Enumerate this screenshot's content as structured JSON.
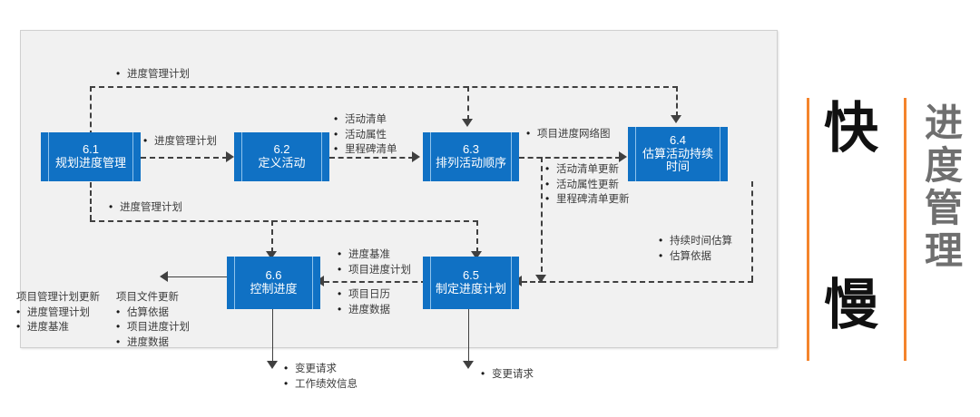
{
  "diagram": {
    "title_vertical_left": [
      "快",
      "慢"
    ],
    "title_vertical_right": "进度管理",
    "accent_color": "#f4842c",
    "box_color": "#1071c4",
    "panel_color": "#f1f1f1",
    "processes": [
      {
        "id": "6.1",
        "name": "规划进度管理"
      },
      {
        "id": "6.2",
        "name": "定义活动"
      },
      {
        "id": "6.3",
        "name": "排列活动顺序"
      },
      {
        "id": "6.4",
        "name": "估算活动持续\n时间"
      },
      {
        "id": "6.5",
        "name": "制定进度计划"
      },
      {
        "id": "6.6",
        "name": "控制进度"
      }
    ],
    "box_labels": {
      "p61_num": "6.1",
      "p61_name": "规划进度管理",
      "p62_num": "6.2",
      "p62_name": "定义活动",
      "p63_num": "6.3",
      "p63_name": "排列活动顺序",
      "p64_num": "6.4",
      "p64_name_l1": "估算活动持续",
      "p64_name_l2": "时间",
      "p65_num": "6.5",
      "p65_name": "制定进度计划",
      "p66_num": "6.6",
      "p66_name": "控制进度"
    },
    "annotations": {
      "top_plan": "进度管理计划",
      "a_61_to_62": "进度管理计划",
      "mid_plan": "进度管理计划",
      "b_62_to_63_1": "活动清单",
      "b_62_to_63_2": "活动属性",
      "b_62_to_63_3": "里程碑清单",
      "c_63_to_64": "项目进度网络图",
      "d_63_down_1": "活动清单更新",
      "d_63_down_2": "活动属性更新",
      "d_63_down_3": "里程碑清单更新",
      "e_64_to_65_1": "持续时间估算",
      "e_64_to_65_2": "估算依据",
      "f_65_to_66_1": "进度基准",
      "f_65_to_66_2": "项目进度计划",
      "g_65_to_66_3": "项目日历",
      "g_65_to_66_4": "进度数据",
      "h_left_head_1": "项目管理计划更新",
      "h_left_1": "进度管理计划",
      "h_left_2": "进度基准",
      "h_left_head_2": "项目文件更新",
      "h_right_1": "估算依据",
      "h_right_2": "项目进度计划",
      "h_right_3": "进度数据",
      "i_66_out_1": "变更请求",
      "i_66_out_2": "工作绩效信息",
      "j_65_out_1": "变更请求"
    }
  }
}
